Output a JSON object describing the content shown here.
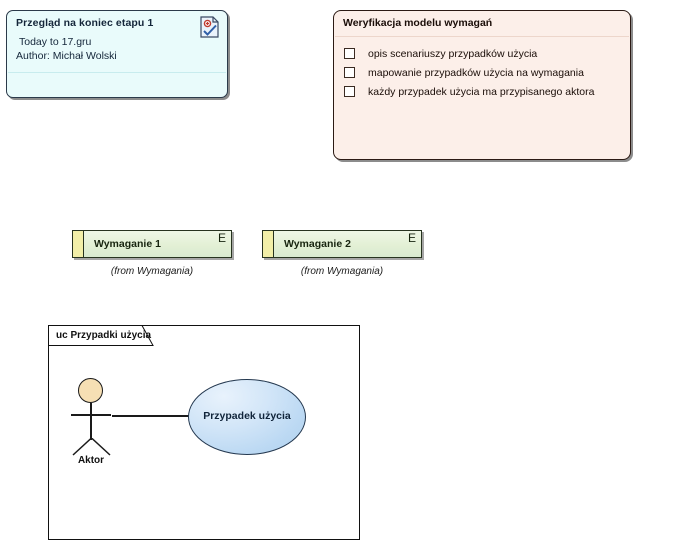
{
  "note": {
    "title": "Przegląd na koniec etapu 1",
    "line1": "Today to 17.gru",
    "line2": "Author: Michał Wolski",
    "icon": "document-check-icon"
  },
  "checklist": {
    "title": "Weryfikacja modelu wymagań",
    "items": [
      {
        "label": "opis scenariuszy przypadków użycia",
        "checked": false
      },
      {
        "label": "mapowanie przypadków użycia na wymagania",
        "checked": false
      },
      {
        "label": "każdy przypadek użycia ma przypisanego aktora",
        "checked": false
      }
    ]
  },
  "requirements": [
    {
      "name": "Wymaganie 1",
      "badge": "E",
      "from": "(from Wymagania)"
    },
    {
      "name": "Wymaganie 2",
      "badge": "E",
      "from": "(from Wymagania)"
    }
  ],
  "usecase_diagram": {
    "frame_label": "uc Przypadki użycia",
    "actor": {
      "name": "Aktor"
    },
    "usecase": {
      "name": "Przypadek użycia"
    }
  },
  "colors": {
    "note_fill": "#e9fbfb",
    "note_border": "#2b3a4a",
    "checklist_fill": "#fcefe9",
    "checklist_border": "#2b1a14",
    "requirement_fill": "#e3f0d5",
    "requirement_stripe": "#f2efa8",
    "requirement_border": "#27331f",
    "actor_head_fill": "#f6dfb4",
    "usecase_fill": "#bcd9f3",
    "usecase_border": "#24384f",
    "frame_border": "#111111"
  }
}
